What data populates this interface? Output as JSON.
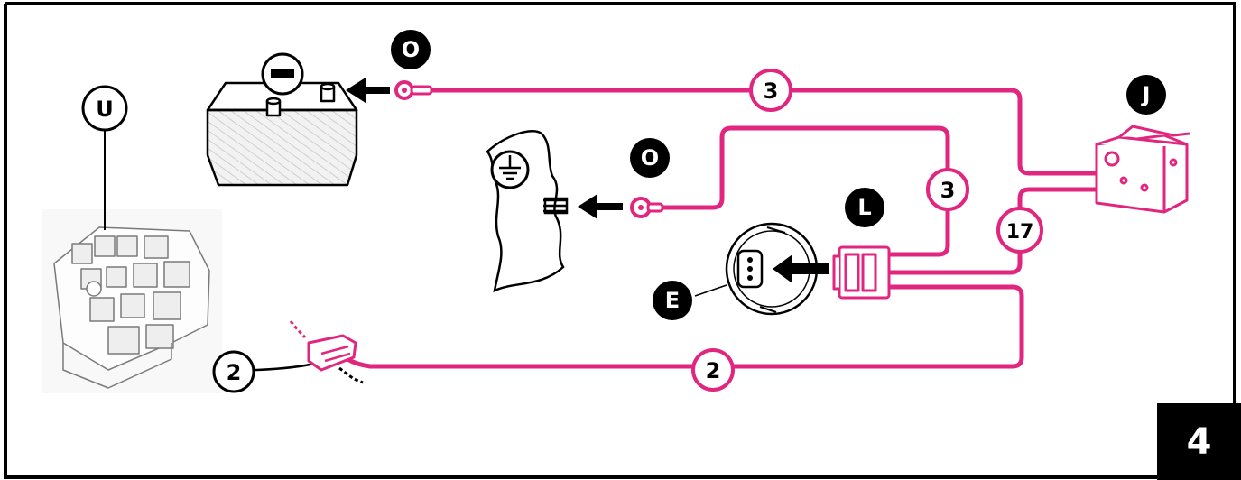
{
  "colors": {
    "wire": "#e0267f",
    "wire_highlight": "#f7a6cc",
    "outline": "#000000",
    "background": "#ffffff"
  },
  "callouts": {
    "fuse_box": "U",
    "battery_eyelet": "O",
    "ground_eyelet": "O",
    "switch": "J",
    "connector": "L",
    "sensor": "E"
  },
  "wire_labels": {
    "battery_wire": "3",
    "ground_wire": "3",
    "switch_wire": "17",
    "fuse_wire_left": "2",
    "fuse_wire_right": "2"
  },
  "icons": {
    "battery_terminal": "minus-sign-icon",
    "ground": "ground-symbol-icon"
  },
  "page_number": "4"
}
